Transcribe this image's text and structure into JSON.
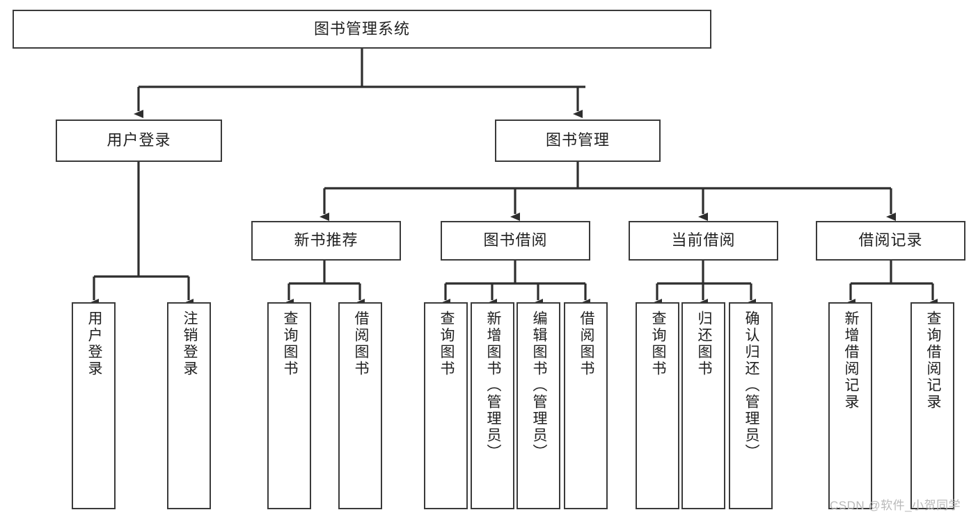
{
  "diagram": {
    "title": "图书管理系统",
    "type": "hierarchy-tree",
    "watermark": "CSDN @软件_小贺同学",
    "accent_color": "#3a3a3a",
    "background_color": "#ffffff"
  },
  "nodes": {
    "root": {
      "label": "图书管理系统"
    },
    "level2": [
      {
        "label": "用户登录"
      },
      {
        "label": "图书管理"
      }
    ],
    "level3": [
      {
        "label": "新书推荐"
      },
      {
        "label": "图书借阅"
      },
      {
        "label": "当前借阅"
      },
      {
        "label": "借阅记录"
      }
    ],
    "leaves": {
      "user_login": [
        {
          "label": "用户登录"
        },
        {
          "label": "注销登录"
        }
      ],
      "new_book_rec": [
        {
          "label": "查询图书"
        },
        {
          "label": "借阅图书"
        }
      ],
      "book_borrow": [
        {
          "label": "查询图书"
        },
        {
          "label": "新增图书（管理员）"
        },
        {
          "label": "编辑图书（管理员）"
        },
        {
          "label": "借阅图书"
        }
      ],
      "current_borrow": [
        {
          "label": "查询图书"
        },
        {
          "label": "归还图书"
        },
        {
          "label": "确认归还（管理员）"
        }
      ],
      "borrow_record": [
        {
          "label": "新增借阅记录"
        },
        {
          "label": "查询借阅记录"
        }
      ]
    }
  }
}
